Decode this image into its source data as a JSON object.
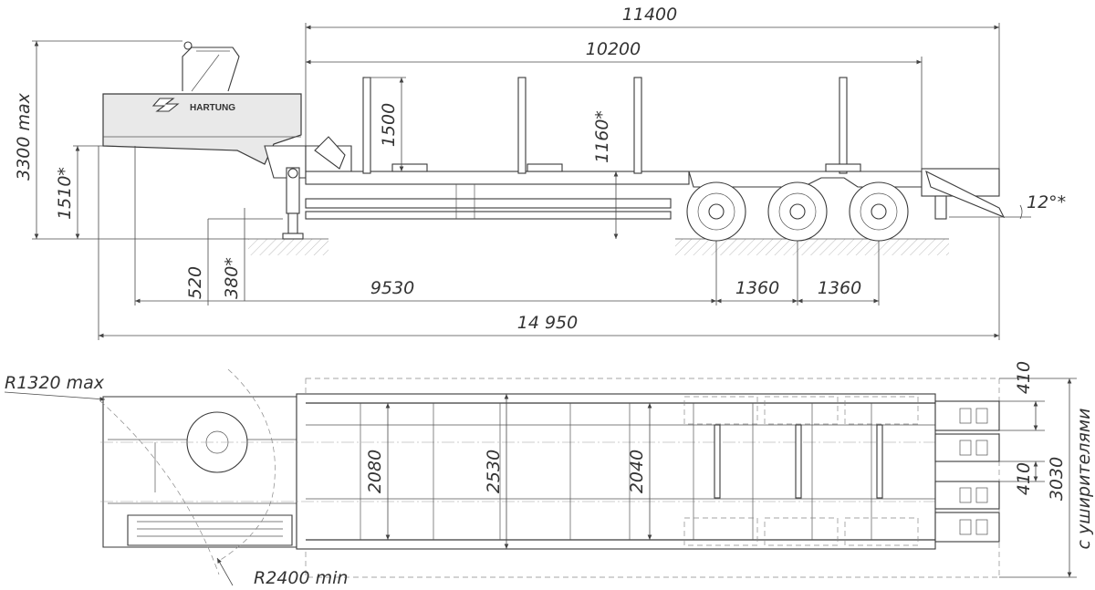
{
  "brand": "HARTUNG",
  "side_view": {
    "overall_length": "14 950",
    "upper_length": "11400",
    "deck_length": "10200",
    "kingpin_to_axle": "9530",
    "axle_spacing_1": "1360",
    "axle_spacing_2": "1360",
    "max_height": "3300 max",
    "fifth_wheel_height": "1510*",
    "stake_height": "1500",
    "deck_height": "1160*",
    "landing_gear_1": "520",
    "landing_gear_2": "380*",
    "ramp_angle": "12°*"
  },
  "top_view": {
    "front_radius": "R1320 max",
    "rear_radius": "R2400 min",
    "deck_width_front": "2080",
    "overall_width": "2530",
    "deck_width_rear": "2040",
    "ramp_gap_1": "410",
    "ramp_gap_2": "410",
    "width_with_extensions": "3030",
    "width_with_extensions_note": "с уширителями"
  }
}
